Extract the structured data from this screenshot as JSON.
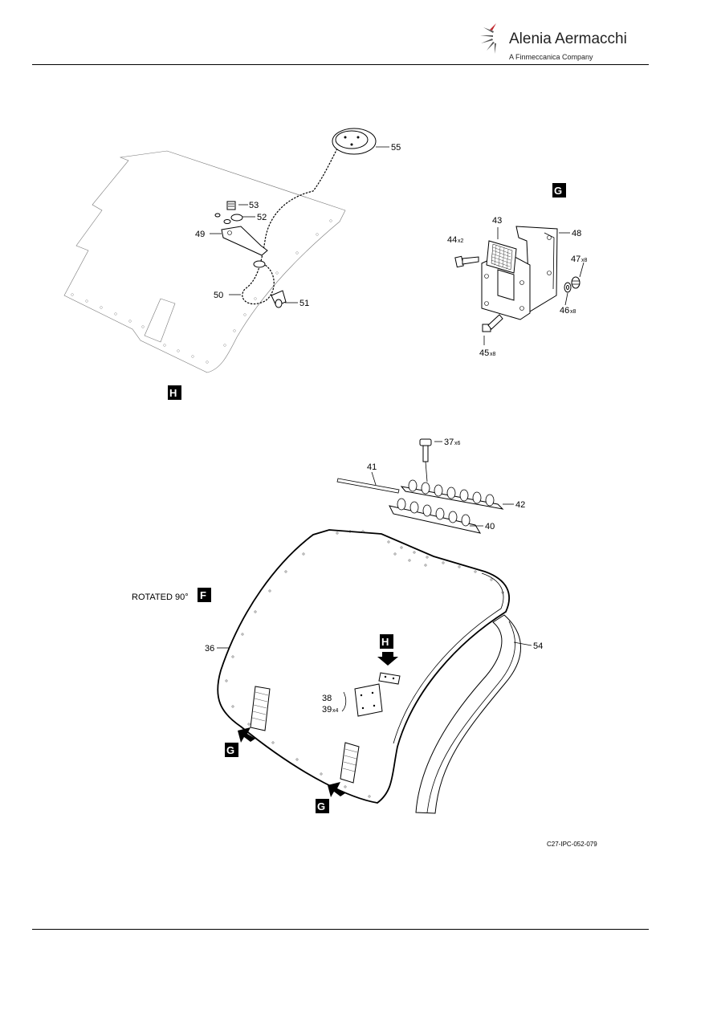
{
  "header": {
    "company": "Alenia Aermacchi",
    "subtitle": "A Finmeccanica Company"
  },
  "figure": {
    "code": "C27-IPC-052-079",
    "rotated_note": "ROTATED 90°",
    "view_tags": {
      "G": "G",
      "H": "H",
      "F": "F"
    },
    "callouts": {
      "c55": "55",
      "c53": "53",
      "c52": "52",
      "c49": "49",
      "c50": "50",
      "c51": "51",
      "c43": "43",
      "c48": "48",
      "c44": "44",
      "c44q": "x2",
      "c47": "47",
      "c47q": "x8",
      "c46": "46",
      "c46q": "x8",
      "c45": "45",
      "c45q": "x8",
      "c37": "37",
      "c37q": "x6",
      "c41": "41",
      "c42": "42",
      "c40": "40",
      "c36": "36",
      "c54": "54",
      "c38": "38",
      "c39": "39",
      "c39q": "x4"
    }
  }
}
